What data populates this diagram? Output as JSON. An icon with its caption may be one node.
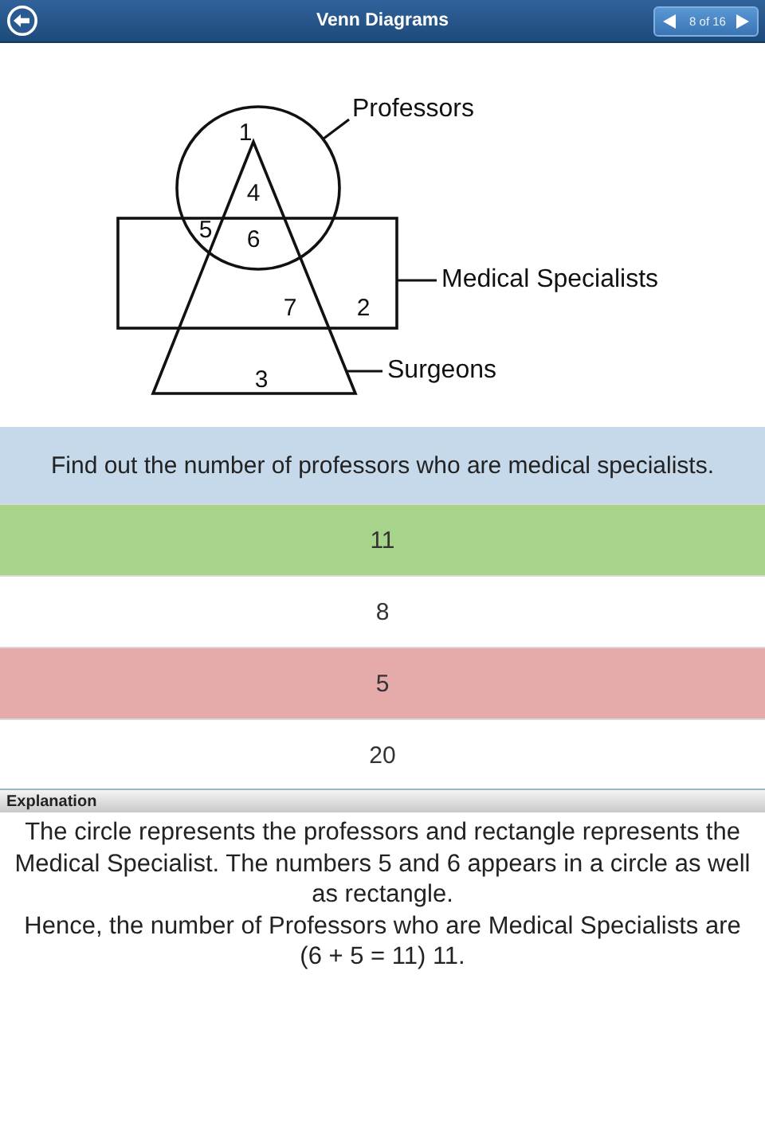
{
  "diagram": {
    "title": "Venn Diagrams",
    "nodes": [
      {
        "text": [],
        "shape": "circle"
      },
      {
        "text": [],
        "shape": "box"
      },
      {
        "text": [],
        "shape": "triangle"
      },
      {
        "text": [
          "Professors"
        ]
      },
      {
        "text": [
          "Medical Specialists"
        ]
      },
      {
        "text": [
          "Surgeons"
        ]
      }
    ],
    "edges": [
      {
        "from": 3,
        "to": 0,
        "arrow": "none"
      },
      {
        "from": 4,
        "to": 1,
        "arrow": "none"
      },
      {
        "from": 5,
        "to": 2,
        "arrow": "none"
      }
    ],
    "labels": [
      "8 of 16",
      "1",
      "4",
      "5",
      "6",
      "7",
      "2",
      "3",
      "Find out the number of professors who are medical specialists.",
      "11",
      "8",
      "5",
      "20",
      "Explanation",
      "The circle represents the professors and rectangle represents the Medical Specialist. The numbers 5 and 6 appears in a circle as well as rectangle.",
      "Hence, the number of Professors who are Medical Specialists are (6 + 5 = 11) 11."
    ]
  }
}
